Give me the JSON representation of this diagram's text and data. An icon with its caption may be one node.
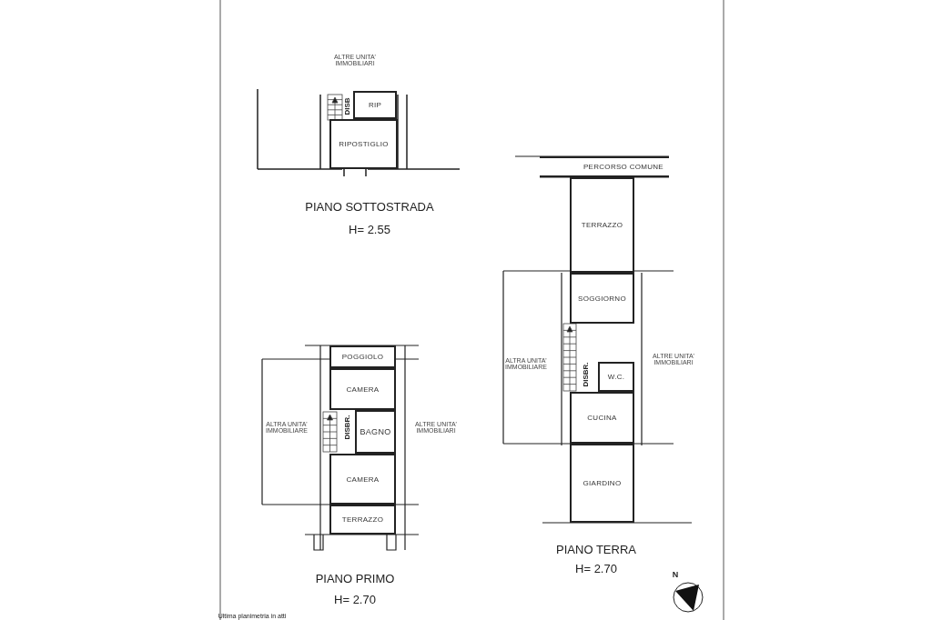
{
  "diagram": {
    "nodes": [
      {
        "text": [
          "RIP"
        ]
      },
      {
        "text": [
          "RIPOSTIGLIO"
        ]
      },
      {
        "text": [
          "PERCORSO COMUNE"
        ]
      },
      {
        "text": [
          "TERRAZZO"
        ]
      },
      {
        "text": [
          "SOGGIORNO"
        ]
      },
      {
        "text": [
          "W.C."
        ]
      },
      {
        "text": [
          "CUCINA"
        ]
      },
      {
        "text": [
          "GIARDINO"
        ]
      },
      {
        "text": [
          "POGGIOLO"
        ]
      },
      {
        "text": [
          "CAMERA"
        ]
      },
      {
        "text": [
          "BAGNO"
        ]
      },
      {
        "text": [
          "CAMERA"
        ]
      },
      {
        "text": [
          "TERRAZZO"
        ]
      }
    ],
    "labels": [
      "ALTRE UNITA' IMMOBILIARI",
      "DISB",
      "PIANO SOTTOSTRADA",
      "H= 2.55",
      "ALTRA UNITA' IMMOBILIARE",
      "ALTRE UNITA' IMMOBILIARI",
      "DISBR.",
      "DISBR.",
      "ALTRA UNITA' IMMOBILIARE",
      "ALTRE UNITA' IMMOBILIARI",
      "PIANO TERRA",
      "H= 2.70",
      "N",
      "PIANO PRIMO",
      "H= 2.70",
      "Ultima planimetria in atti"
    ]
  }
}
